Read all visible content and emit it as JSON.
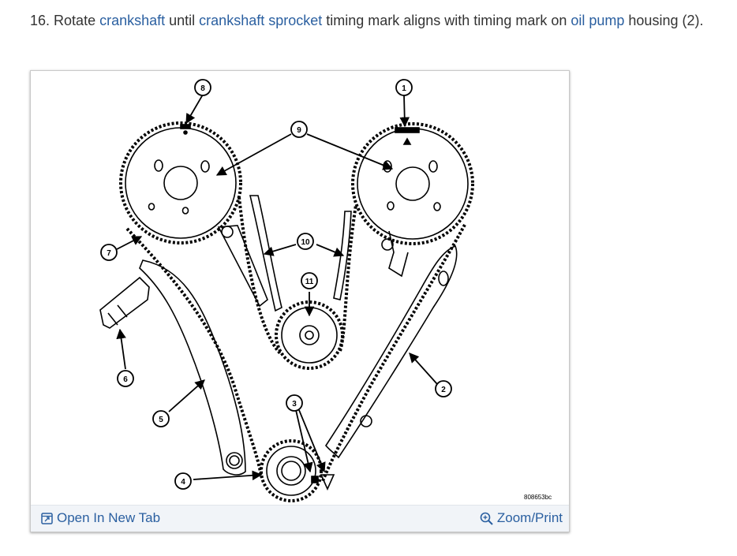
{
  "instruction": {
    "number": "16.",
    "p1": "Rotate ",
    "link1": "crankshaft",
    "p2": " until ",
    "link2": "crankshaft sprocket",
    "p3": " timing mark aligns with timing mark on ",
    "link3": "oil pump",
    "p4": " housing (2)."
  },
  "figure": {
    "code": "808653bc",
    "callouts": [
      "1",
      "2",
      "3",
      "4",
      "5",
      "6",
      "7",
      "8",
      "9",
      "10",
      "11"
    ]
  },
  "toolbar": {
    "open_label": "Open In New Tab",
    "zoom_label": "Zoom/Print",
    "link_color": "#2a5fa0"
  },
  "icons": {
    "open": "open-in-new-tab-icon",
    "zoom": "zoom-magnifier-icon"
  }
}
